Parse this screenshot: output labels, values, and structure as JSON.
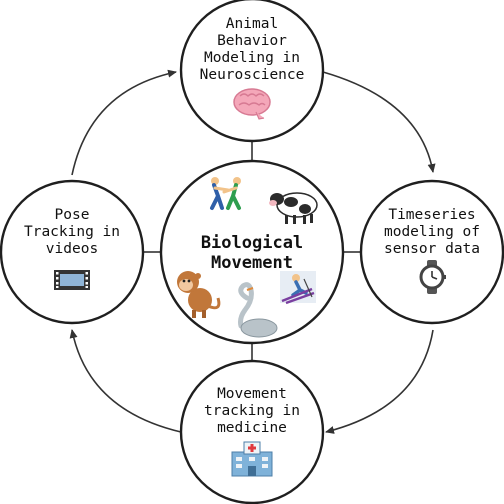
{
  "center": {
    "title_lines": [
      "Biological",
      "Movement"
    ],
    "icons": [
      "wrestlers-icon",
      "cow-icon",
      "monkey-icon",
      "swan-icon",
      "skier-icon"
    ]
  },
  "nodes": {
    "top": {
      "lines": [
        "Animal",
        "Behavior",
        "Modeling in",
        "Neuroscience"
      ],
      "icon": "brain-icon"
    },
    "right": {
      "lines": [
        "Timeseries",
        "modeling of",
        "sensor data"
      ],
      "icon": "watch-icon"
    },
    "bottom": {
      "lines": [
        "Movement",
        "tracking in",
        "medicine"
      ],
      "icon": "hospital-icon"
    },
    "left": {
      "lines": [
        "Pose",
        "Tracking in",
        "videos"
      ],
      "icon": "film-icon"
    }
  },
  "colors": {
    "brain": "#f4a7b9",
    "cow": "#2b2b2b",
    "monkey": "#c1773a",
    "swan": "#b9c3c9",
    "hospital": "#7fb2d9",
    "cross": "#e0393e",
    "wrestler_green": "#2e9e4f",
    "wrestler_blue": "#2f5fa8"
  }
}
